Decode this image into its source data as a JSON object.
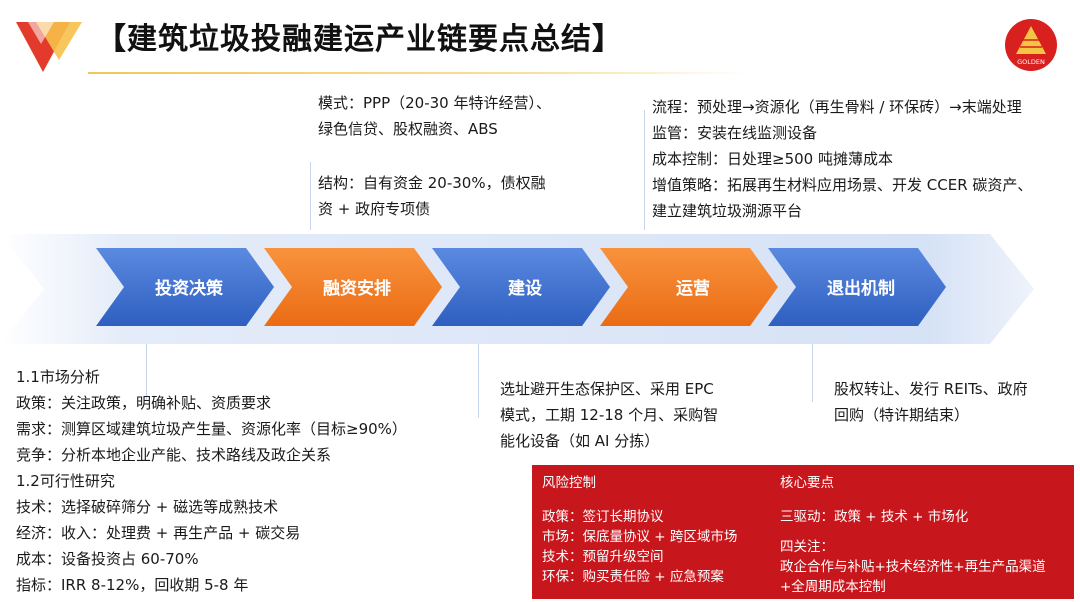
{
  "title": "【建筑垃圾投融建运产业链要点总结】",
  "logo_right_text": "GOLDEN",
  "financing": {
    "mode_lines": [
      "模式：PPP（20-30 年特许经营）、",
      "绿色信贷、股权融资、ABS"
    ],
    "structure_lines": [
      "结构：自有资金 20-30%，债权融",
      "资 + 政府专项债"
    ]
  },
  "operation": {
    "lines": [
      "流程：预处理→资源化（再生骨料 / 环保砖）→末端处理",
      "监管：安装在线监测设备",
      "成本控制：日处理≥500 吨摊薄成本",
      "增值策略：拓展再生材料应用场景、开发 CCER 碳资产、",
      "建立建筑垃圾溯源平台"
    ]
  },
  "flow": {
    "steps": [
      {
        "label": "投资决策",
        "color": "blue"
      },
      {
        "label": "融资安排",
        "color": "orange"
      },
      {
        "label": "建设",
        "color": "blue"
      },
      {
        "label": "运营",
        "color": "orange"
      },
      {
        "label": "退出机制",
        "color": "blue"
      }
    ],
    "colors": {
      "blue": "#3f72d4",
      "orange": "#f07b22",
      "band": "#dde7f7"
    }
  },
  "investment": {
    "lines": [
      "1.1市场分析",
      "政策：关注政策，明确补贴、资质要求",
      "需求：测算区域建筑垃圾产生量、资源化率（目标≥90%）",
      "竞争：分析本地企业产能、技术路线及政企关系",
      "1.2可行性研究",
      "技术：选择破碎筛分 + 磁选等成熟技术",
      "经济：收入：处理费 + 再生产品 + 碳交易",
      "成本：设备投资占 60-70%",
      "指标：IRR 8-12%，回收期 5-8 年"
    ]
  },
  "construction": {
    "lines": [
      "选址避开生态保护区、采用 EPC",
      "模式，工期 12-18 个月、采购智",
      "能化设备（如 AI 分拣）"
    ]
  },
  "exit": {
    "lines": [
      "股权转让、发行 REITs、政府",
      "回购（特许期结束）"
    ]
  },
  "risk": {
    "heading": "风险控制",
    "lines": [
      "政策：签订长期协议",
      "市场：保底量协议 + 跨区域市场",
      "技术：预留升级空间",
      "环保：购买责任险 + 应急预案"
    ]
  },
  "core": {
    "heading": "核心要点",
    "drivers": "三驱动：政策 + 技术 + 市场化",
    "focus_heading": "四关注：",
    "focus_lines": [
      "政企合作与补贴+技术经济性+再生产品渠道",
      "+全周期成本控制"
    ]
  },
  "colors": {
    "accent_red": "#c8161d",
    "gold": "#f0c75a"
  }
}
